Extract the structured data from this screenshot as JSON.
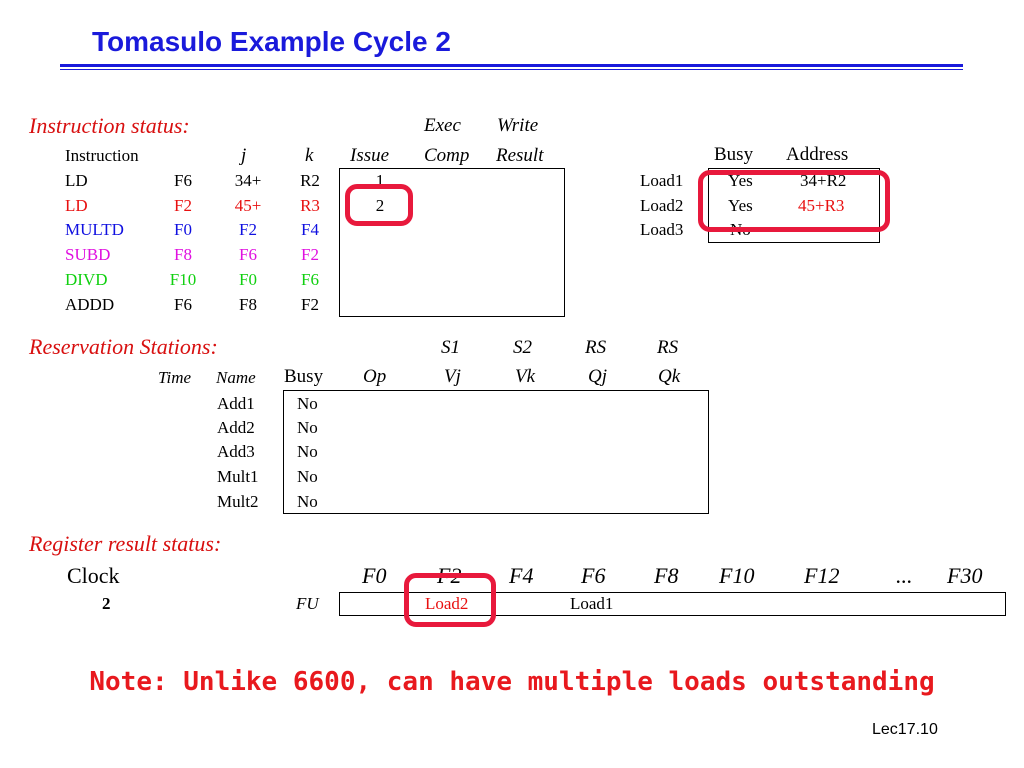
{
  "slide": {
    "title": "Tomasulo Example Cycle 2",
    "note": "Note: Unlike 6600, can have multiple loads outstanding",
    "footer": "Lec17.10"
  },
  "colors": {
    "title_blue": "#1a1adb",
    "section_red": "#d81010",
    "highlight_ring": "#e8193c",
    "row_red": "#e81010",
    "row_blue": "#1010e0",
    "row_magenta": "#e010e0",
    "row_green": "#10d010"
  },
  "instruction_status": {
    "label": "Instruction status:",
    "header_top": {
      "exec": "Exec",
      "write": "Write"
    },
    "headers": {
      "instruction": "Instruction",
      "j": "j",
      "k": "k",
      "issue": "Issue",
      "comp": "Comp",
      "result": "Result"
    },
    "rows": [
      {
        "op": "LD",
        "dest": "F6",
        "j": "34+",
        "k": "R2",
        "issue": "1",
        "color": "#000000"
      },
      {
        "op": "LD",
        "dest": "F2",
        "j": "45+",
        "k": "R3",
        "issue": "2",
        "color": "#e81010"
      },
      {
        "op": "MULTD",
        "dest": "F0",
        "j": "F2",
        "k": "F4",
        "issue": "",
        "color": "#1010e0"
      },
      {
        "op": "SUBD",
        "dest": "F8",
        "j": "F6",
        "k": "F2",
        "issue": "",
        "color": "#e010e0"
      },
      {
        "op": "DIVD",
        "dest": "F10",
        "j": "F0",
        "k": "F6",
        "issue": "",
        "color": "#10d010"
      },
      {
        "op": "ADDD",
        "dest": "F6",
        "j": "F8",
        "k": "F2",
        "issue": "",
        "color": "#000000"
      }
    ]
  },
  "load_buffers": {
    "headers": {
      "busy": "Busy",
      "address": "Address"
    },
    "rows": [
      {
        "name": "Load1",
        "busy": "Yes",
        "address": "34+R2"
      },
      {
        "name": "Load2",
        "busy": "Yes",
        "address": "45+R3"
      },
      {
        "name": "Load3",
        "busy": "No",
        "address": ""
      }
    ]
  },
  "reservation_stations": {
    "label": "Reservation Stations:",
    "header_top": {
      "s1": "S1",
      "s2": "S2",
      "rs1": "RS",
      "rs2": "RS"
    },
    "headers": {
      "time": "Time",
      "name": "Name",
      "busy": "Busy",
      "op": "Op",
      "vj": "Vj",
      "vk": "Vk",
      "qj": "Qj",
      "qk": "Qk"
    },
    "rows": [
      {
        "name": "Add1",
        "busy": "No"
      },
      {
        "name": "Add2",
        "busy": "No"
      },
      {
        "name": "Add3",
        "busy": "No"
      },
      {
        "name": "Mult1",
        "busy": "No"
      },
      {
        "name": "Mult2",
        "busy": "No"
      }
    ]
  },
  "register_status": {
    "label": "Register result status:",
    "clock_label": "Clock",
    "clock_value": "2",
    "fu_label": "FU",
    "registers": [
      "F0",
      "F2",
      "F4",
      "F6",
      "F8",
      "F10",
      "F12",
      "...",
      "F30"
    ],
    "fu_values": {
      "F2": "Load2",
      "F6": "Load1"
    }
  }
}
